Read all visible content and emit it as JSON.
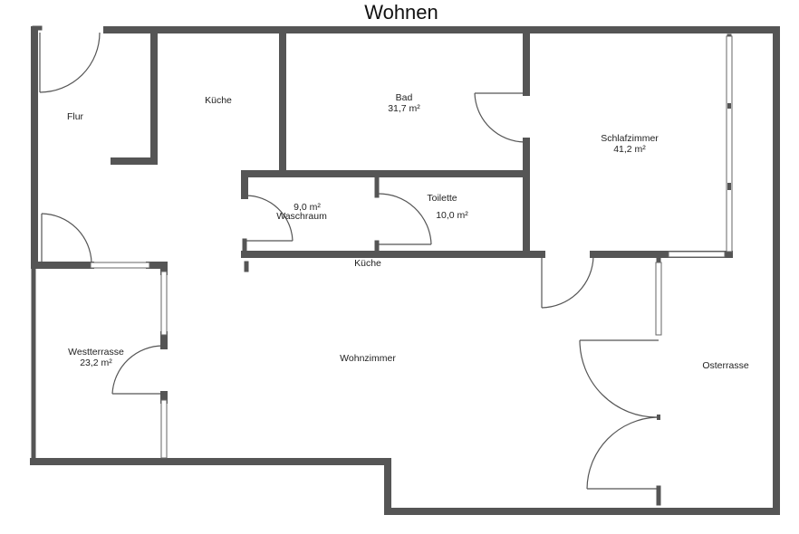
{
  "title": "Wohnen",
  "rooms": {
    "flur": {
      "name": "Flur"
    },
    "kueche": {
      "name": "Küche"
    },
    "bad": {
      "name": "Bad",
      "area": "31,7 m²"
    },
    "schlafzimmer": {
      "name": "Schlafzimmer",
      "area": "41,2 m²"
    },
    "waschraum": {
      "name": "Waschraum",
      "area": "9,0 m²"
    },
    "toilette": {
      "name": "Toilette",
      "area": "10,0 m²"
    },
    "kueche_lower": {
      "name": "Küche"
    },
    "westterrasse": {
      "name": "Westterrasse",
      "area": "23,2 m²"
    },
    "wohnzimmer": {
      "name": "Wohnzimmer"
    },
    "osterrasse": {
      "name": "Osterrasse"
    }
  },
  "colors": {
    "wall": "#555555",
    "background": "#ffffff",
    "text": "#222222"
  }
}
